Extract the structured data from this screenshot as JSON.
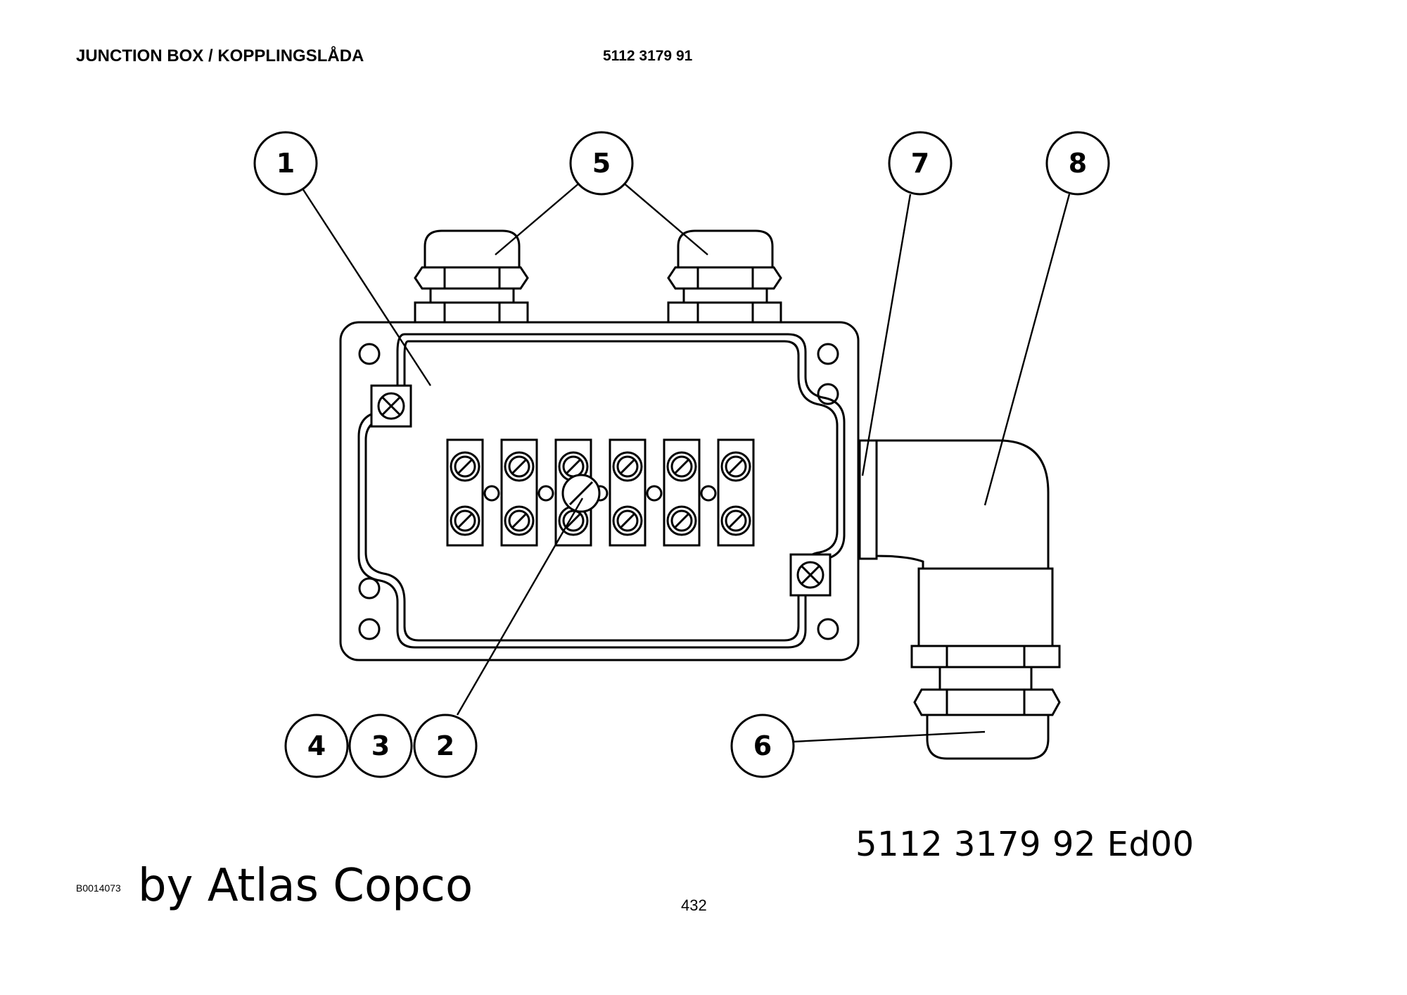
{
  "header": {
    "title": "JUNCTION BOX / KOPPLINGSLÅDA",
    "part_number": "5112 3179 91"
  },
  "callouts": [
    "1",
    "5",
    "7",
    "8",
    "4",
    "3",
    "2",
    "6"
  ],
  "footer": {
    "document_ref": "5112 3179 92  Ed00",
    "image_ref": "B0014073",
    "brand": "by Atlas Copco",
    "page_number": "432"
  }
}
